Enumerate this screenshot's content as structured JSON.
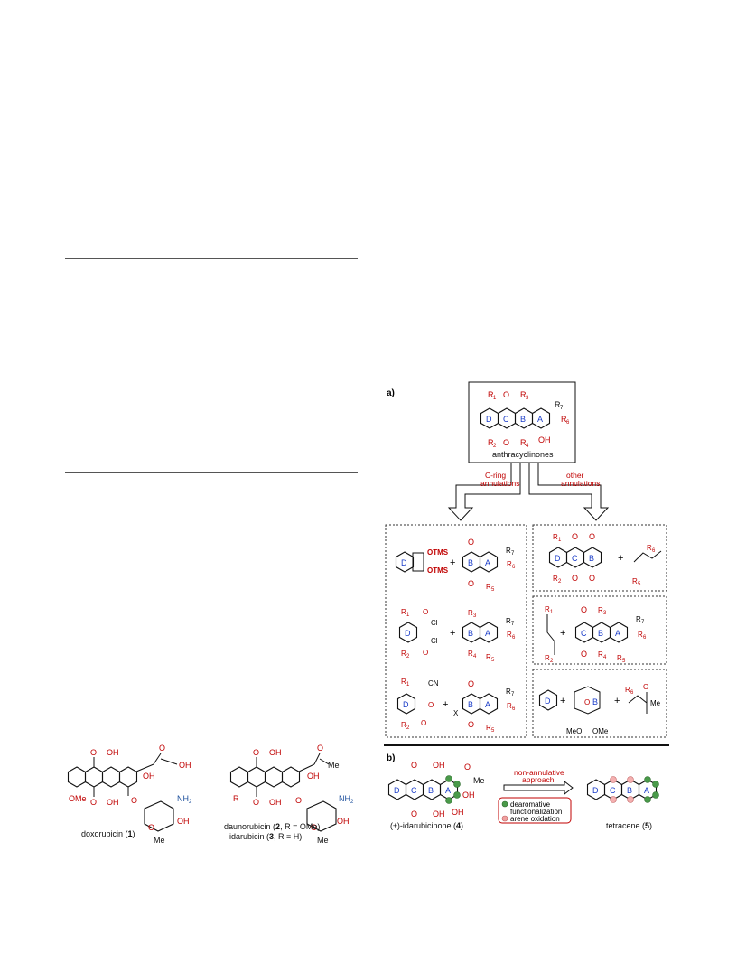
{
  "left_figure": {
    "compounds": [
      {
        "name": "doxorubicin (",
        "num": "1",
        "tail": ")"
      },
      {
        "name": "daunorubicin  (",
        "num": "2",
        "tail": ", R = OMe)"
      },
      {
        "name": "idarubicin (",
        "num": "3",
        "tail": ", R = H)"
      }
    ],
    "atoms": {
      "O": "O",
      "OH": "OH",
      "OMe": "OMe",
      "NH2": "NH",
      "NH2sub": "2",
      "Me": "Me",
      "R": "R"
    }
  },
  "panel_a": {
    "label": "a)",
    "top_box_label": "anthracyclinones",
    "arrow_left_label": [
      "C-ring",
      "annulations"
    ],
    "arrow_right_label": [
      "other",
      "annulations"
    ],
    "rings": [
      "D",
      "C",
      "B",
      "A"
    ],
    "subs": [
      "R",
      "1",
      "2",
      "3",
      "4",
      "5",
      "6",
      "7"
    ],
    "groups": {
      "OTMS": "OTMS",
      "CN": "CN",
      "Cl": "Cl",
      "X": "X",
      "MeO": "MeO",
      "OMe": "OMe",
      "Me": "Me",
      "O": "O",
      "OH": "OH"
    },
    "plus": "+"
  },
  "panel_b": {
    "label": "b)",
    "start_name": "(±)-idarubicinone (",
    "start_num": "4",
    "arrow_label": [
      "non-annulative",
      "approach"
    ],
    "legend": [
      {
        "text": "dearomative",
        "text2": "functionalization",
        "color": "#3a8a3a"
      },
      {
        "text": "arene oxidation",
        "text2": "",
        "color": "#e07070"
      }
    ],
    "end_name": "tetracene (",
    "end_num": "5",
    "tail": ")"
  }
}
